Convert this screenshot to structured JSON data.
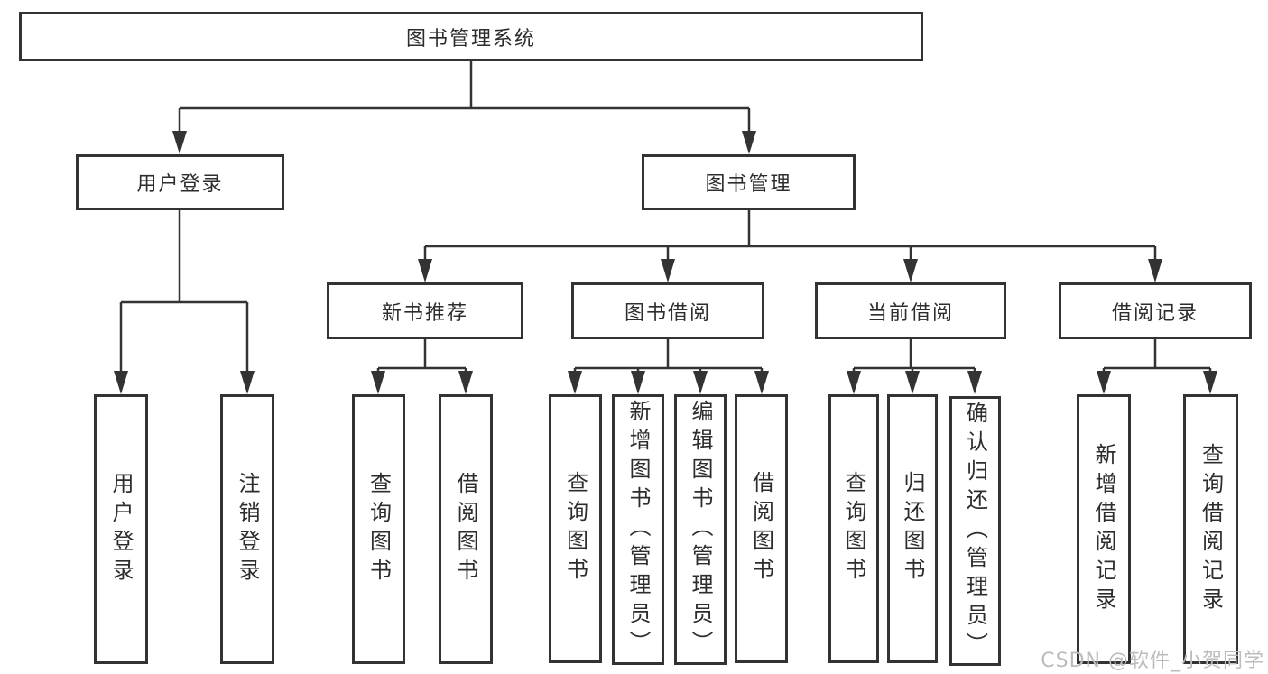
{
  "colors": {
    "line": "#333333",
    "text": "#2d2d2d",
    "background": "#ffffff",
    "watermark": "#bcbcbc"
  },
  "tree": {
    "root": "图书管理系统",
    "user_login": {
      "label": "用户登录",
      "children": [
        "用户登录",
        "注销登录"
      ]
    },
    "book_management": {
      "label": "图书管理"
    },
    "new_book_recommend": {
      "label": "新书推荐",
      "children": [
        "查询图书",
        "借阅图书"
      ]
    },
    "book_borrow": {
      "label": "图书借阅",
      "children": [
        "查询图书",
        "新增图书（管理员）",
        "编辑图书（管理员）",
        "借阅图书"
      ]
    },
    "current_borrow": {
      "label": "当前借阅",
      "children": [
        "查询图书",
        "归还图书",
        "确认归还（管理员）"
      ]
    },
    "borrow_records": {
      "label": "借阅记录",
      "children": [
        "新增借阅记录",
        "查询借阅记录"
      ]
    }
  },
  "watermark": {
    "text": "CSDN @软件_小贺同学"
  }
}
